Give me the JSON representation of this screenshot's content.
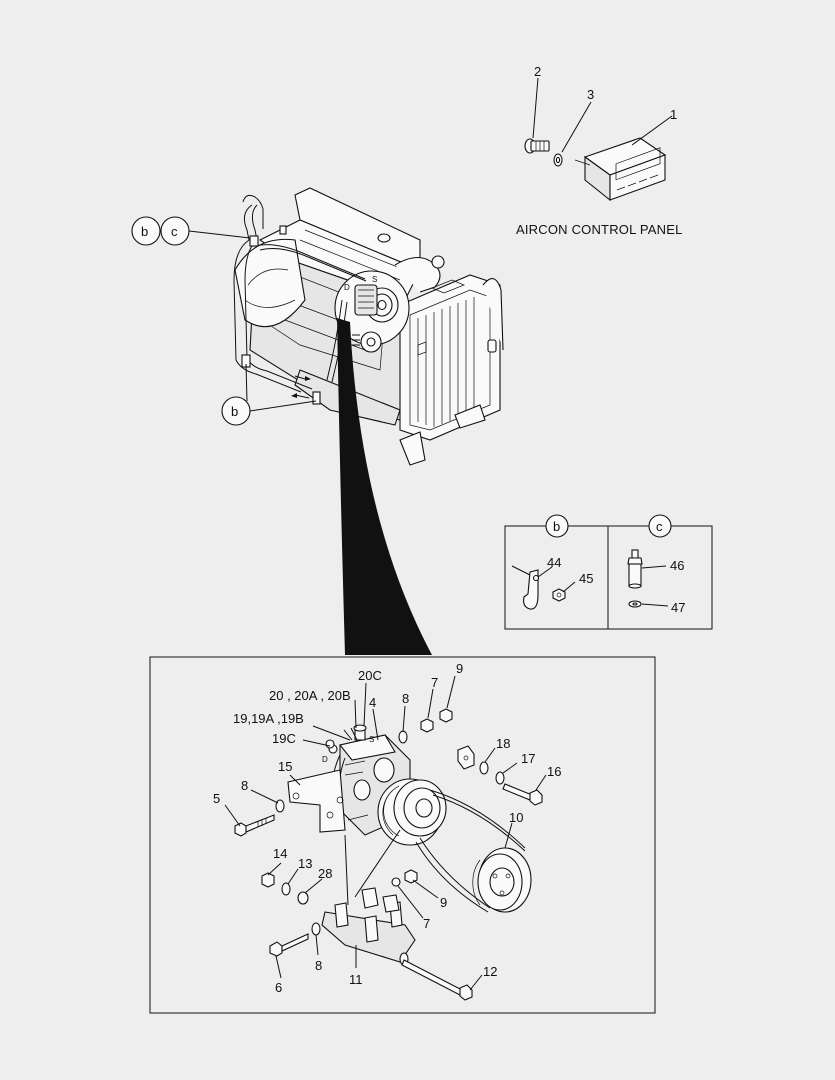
{
  "caption_aircon": "AIRCON CONTROL PANEL",
  "refs": {
    "b": "b",
    "c": "c"
  },
  "callouts": {
    "n1": "1",
    "n2": "2",
    "n3": "3",
    "n44": "44",
    "n45": "45",
    "n46": "46",
    "n47": "47",
    "n20C": "20C",
    "n9a": "9",
    "n7a": "7",
    "n8a": "8",
    "n4": "4",
    "n20": "20 , 20A , 20B",
    "n19": "19,19A ,19B",
    "n19C": "19C",
    "n18": "18",
    "n17": "17",
    "n16": "16",
    "n15": "15",
    "n5": "5",
    "n8b": "8",
    "n10": "10",
    "n14": "14",
    "n13": "13",
    "n28": "28",
    "n9b": "9",
    "n7b": "7",
    "n6": "6",
    "n8c": "8",
    "n11": "11",
    "n12": "12"
  },
  "port_labels": {
    "d": "D",
    "s": "S"
  }
}
